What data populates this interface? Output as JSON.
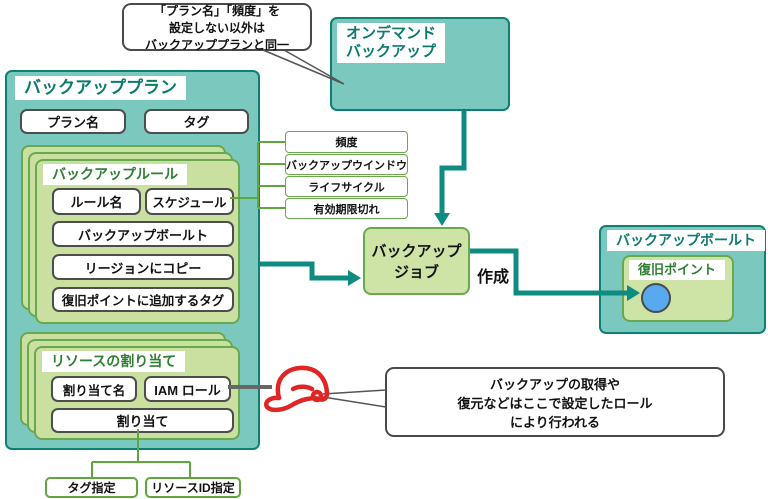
{
  "colors": {
    "teal_fill": "#7bc8bf",
    "teal_border": "#0d8074",
    "teal_title_text": "#0b7a6d",
    "arrow_teal": "#0f8c82",
    "green_card_fill": "#c9e0a0",
    "green_node_fill": "#cde4a6",
    "green_border": "#6aa84f",
    "green_title_text": "#2e7d32",
    "connector_green": "#5fa73c",
    "field_border": "#4d4d4d",
    "recovery_point_blue": "#58a9ee",
    "helmet_red": "#e02525"
  },
  "backup_plan": {
    "title": "バックアッププラン",
    "plan_name": "プラン名",
    "tag": "タグ",
    "backup_rule": {
      "title": "バックアップルール",
      "rule_name": "ルール名",
      "schedule": "スケジュール",
      "backup_vault": "バックアップボールト",
      "copy_to_region": "リージョンにコピー",
      "recovery_point_tags": "復旧ポイントに追加するタグ"
    },
    "resource_assignment": {
      "title": "リソースの割り当て",
      "assignment_name": "割り当て名",
      "iam_role": "IAM ロール",
      "assignment": "割り当て"
    }
  },
  "schedule_details": [
    "頻度",
    "バックアップウインドウ",
    "ライフサイクル",
    "有効期限切れ"
  ],
  "on_demand_backup": {
    "title": "オンデマンド\nバックアップ"
  },
  "backup_job": {
    "title": "バックアップ\nジョブ",
    "create_label": "作成"
  },
  "backup_vault": {
    "title": "バックアップボールト",
    "recovery_point": "復旧ポイント"
  },
  "assignment_targets": {
    "tag_spec": "タグ指定",
    "resource_id_spec": "リソースID指定"
  },
  "callouts": {
    "ondemand_note": "「プラン名」「頻度」を\n設定しない以外は\nバックアッププランと同一",
    "iam_role_note": "バックアップの取得や\n復元などはここで設定したロール\nにより行われる"
  }
}
